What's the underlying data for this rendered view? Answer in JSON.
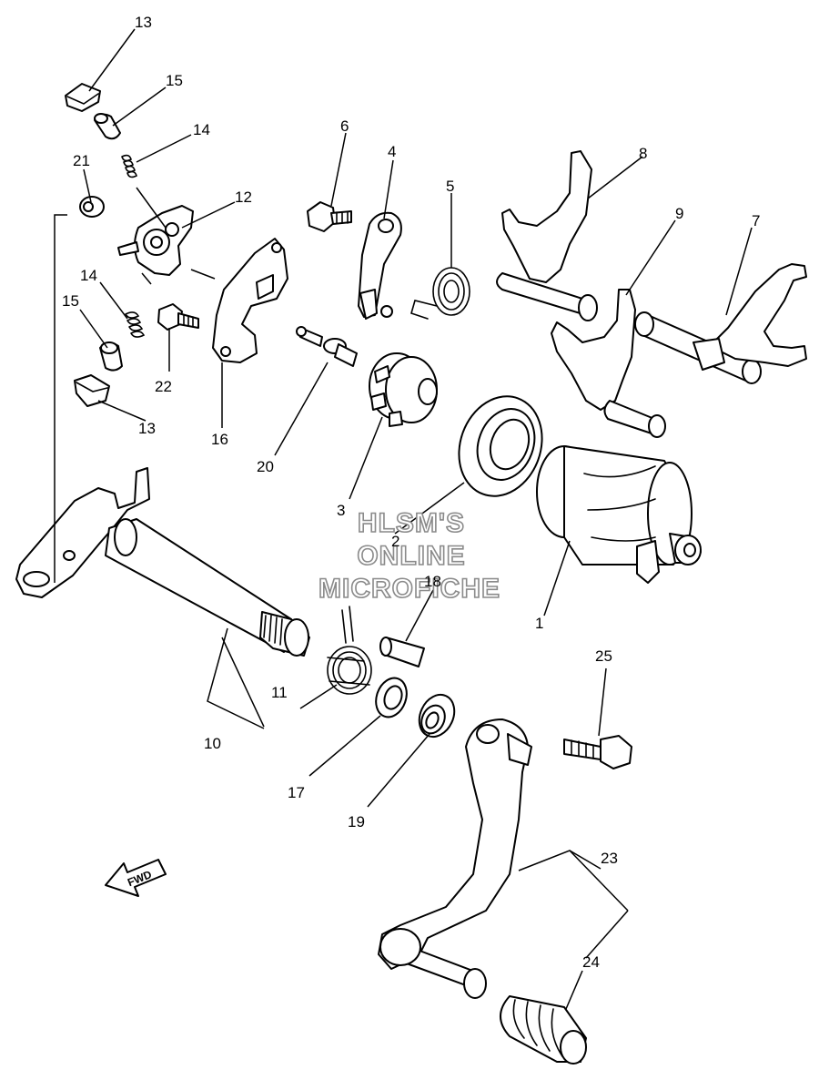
{
  "callouts": {
    "c1": "1",
    "c2": "2",
    "c3": "3",
    "c4": "4",
    "c5": "5",
    "c6": "6",
    "c7": "7",
    "c8": "8",
    "c9": "9",
    "c10": "10",
    "c11": "11",
    "c13a": "13",
    "c13b": "13",
    "c14a": "14",
    "c14b": "14",
    "c15a": "15",
    "c15b": "15",
    "c12": "12",
    "c16": "16",
    "c17": "17",
    "c18": "18",
    "c19": "19",
    "c20": "20",
    "c21": "21",
    "c22": "22",
    "c23": "23",
    "c24": "24",
    "c25": "25"
  },
  "watermark": {
    "line1": "HLSM'S",
    "line2": "ONLINE",
    "line3": "MICROFICHE"
  },
  "fwd_arrow_label": "FWD",
  "colors": {
    "line": "#000000",
    "watermark_outline": "#8a8a8a",
    "background": "#ffffff"
  }
}
